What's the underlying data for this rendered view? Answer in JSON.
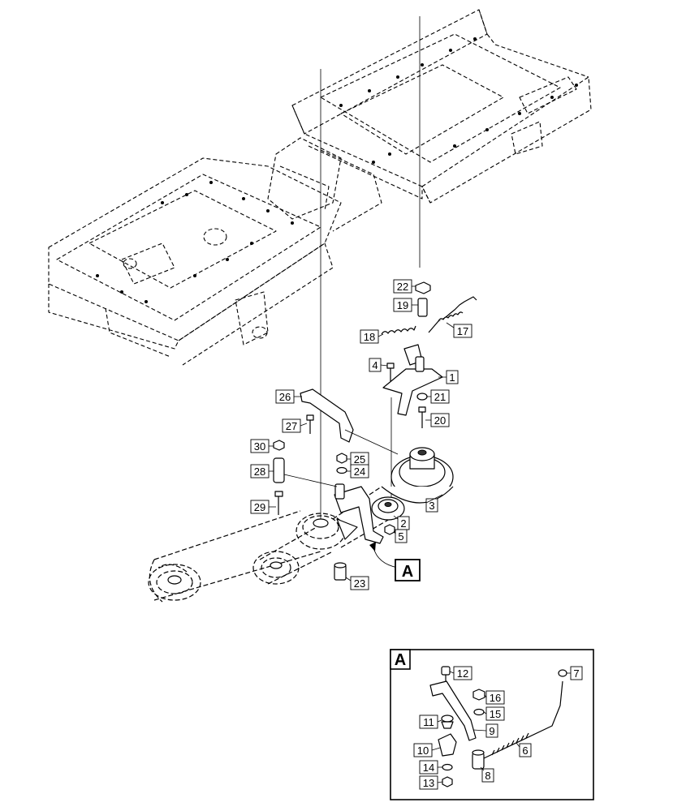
{
  "diagram": {
    "parts": [
      {
        "id": "p1",
        "label": "1"
      },
      {
        "id": "p2",
        "label": "2"
      },
      {
        "id": "p3",
        "label": "3"
      },
      {
        "id": "p4",
        "label": "4"
      },
      {
        "id": "p5",
        "label": "5"
      },
      {
        "id": "p17",
        "label": "17"
      },
      {
        "id": "p18",
        "label": "18"
      },
      {
        "id": "p19",
        "label": "19"
      },
      {
        "id": "p20",
        "label": "20"
      },
      {
        "id": "p21",
        "label": "21"
      },
      {
        "id": "p22",
        "label": "22"
      },
      {
        "id": "p23",
        "label": "23"
      },
      {
        "id": "p24",
        "label": "24"
      },
      {
        "id": "p25",
        "label": "25"
      },
      {
        "id": "p26",
        "label": "26"
      },
      {
        "id": "p27",
        "label": "27"
      },
      {
        "id": "p28",
        "label": "28"
      },
      {
        "id": "p29",
        "label": "29"
      },
      {
        "id": "p30",
        "label": "30"
      }
    ],
    "detail_pointer_label": "A"
  },
  "detail": {
    "title": "A",
    "parts": [
      {
        "id": "d6",
        "label": "6"
      },
      {
        "id": "d7",
        "label": "7"
      },
      {
        "id": "d8",
        "label": "8"
      },
      {
        "id": "d9",
        "label": "9"
      },
      {
        "id": "d10",
        "label": "10"
      },
      {
        "id": "d11",
        "label": "11"
      },
      {
        "id": "d12",
        "label": "12"
      },
      {
        "id": "d13",
        "label": "13"
      },
      {
        "id": "d14",
        "label": "14"
      },
      {
        "id": "d15",
        "label": "15"
      },
      {
        "id": "d16",
        "label": "16"
      }
    ]
  }
}
